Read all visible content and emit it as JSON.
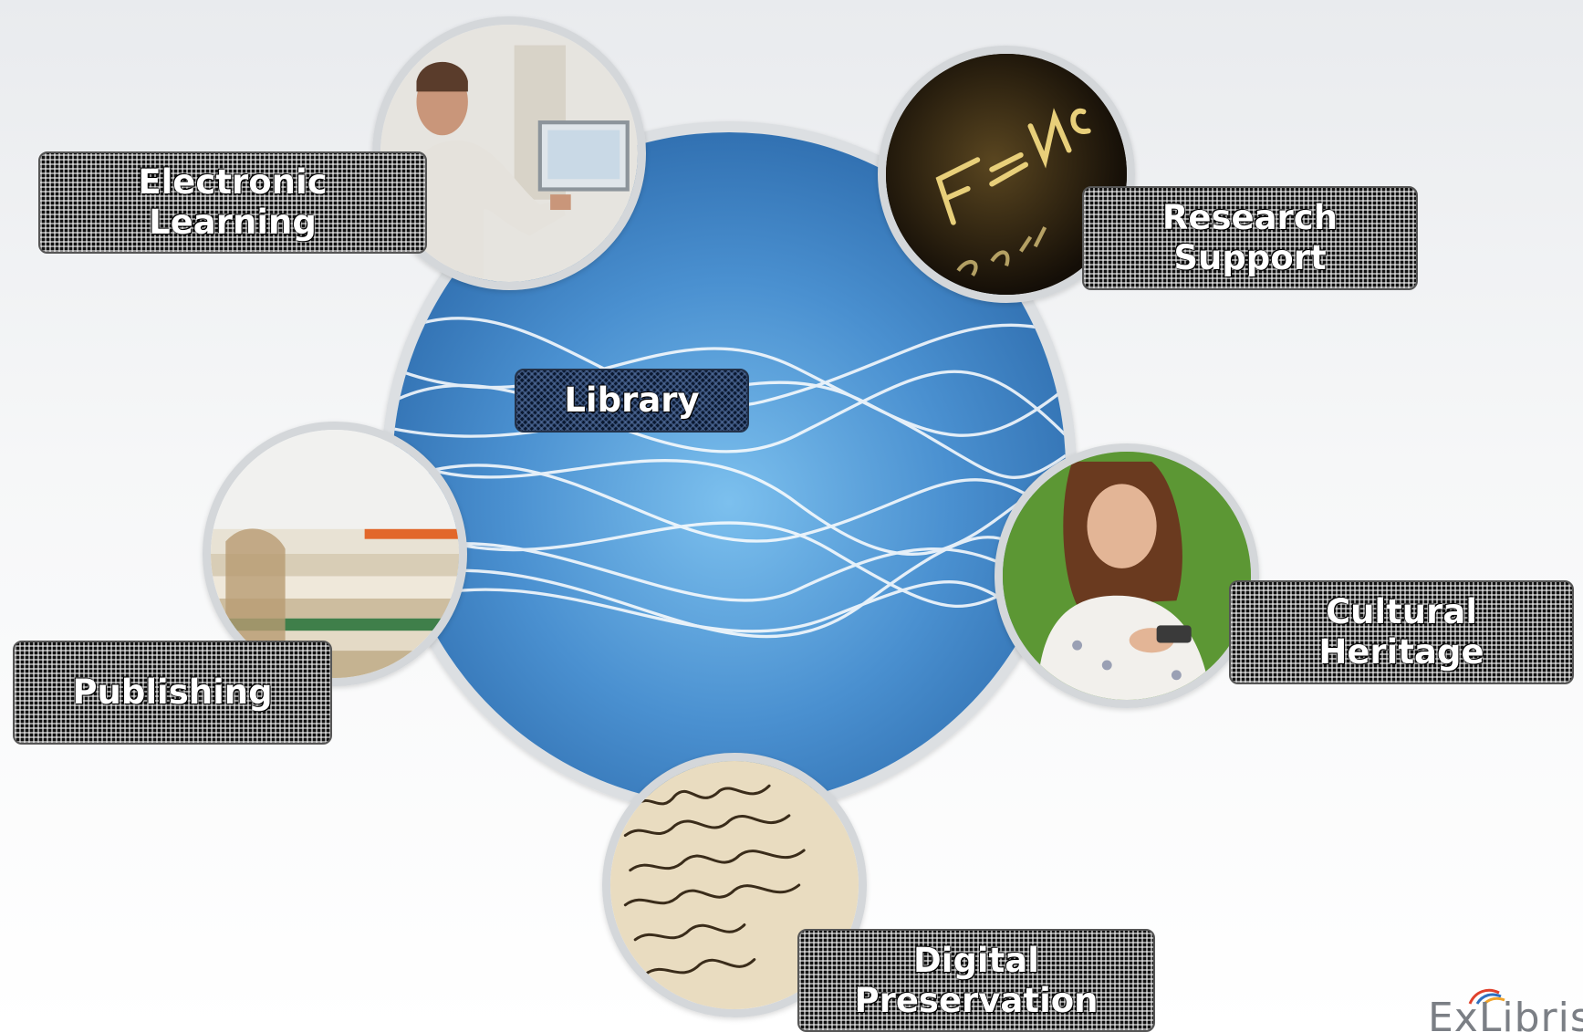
{
  "center": {
    "label": "Library"
  },
  "segments": [
    {
      "id": "electronic-learning",
      "lines": [
        "Electronic",
        "Learning"
      ]
    },
    {
      "id": "research-support",
      "lines": [
        "Research",
        "Support"
      ]
    },
    {
      "id": "publishing",
      "lines": [
        "Publishing"
      ]
    },
    {
      "id": "cultural-heritage",
      "lines": [
        "Cultural",
        "Heritage"
      ]
    },
    {
      "id": "digital-preservation",
      "lines": [
        "Digital",
        "Preservation"
      ]
    }
  ],
  "photos": {
    "electronic-learning": "person-at-computer",
    "research-support": "equations-on-chalkboard",
    "publishing": "stack-of-books",
    "cultural-heritage": "girl-with-phone-on-grass",
    "digital-preservation": "handwritten-manuscript"
  },
  "brand": {
    "logo": "ExLibris"
  },
  "colors": {
    "sphere": "#3f84c8",
    "sphere_light": "#76b8ea",
    "label_bg": "#111111",
    "library_label_bg": "#0a1830",
    "ring": "#d4d7da"
  }
}
